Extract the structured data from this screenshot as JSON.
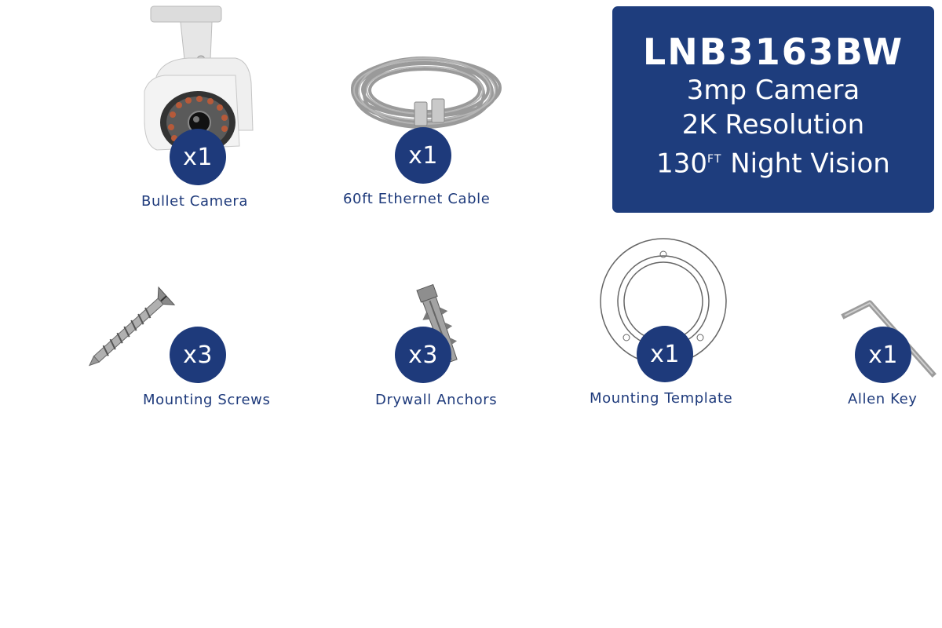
{
  "spec_box": {
    "model": "LNB3163BW",
    "line1": "3mp Camera",
    "line2": "2K Resolution",
    "night_value": "130",
    "night_unit": "FT",
    "night_text": " Night Vision",
    "background": "#1e3d7d"
  },
  "items": {
    "bullet_camera": {
      "qty": "x1",
      "label": "Bullet Camera",
      "icon": "bullet-camera-icon"
    },
    "ethernet_cable": {
      "qty": "x1",
      "label": "60ft Ethernet Cable",
      "icon": "ethernet-cable-icon"
    },
    "mounting_screws": {
      "qty": "x3",
      "label": "Mounting Screws",
      "icon": "screw-icon"
    },
    "drywall_anchors": {
      "qty": "x3",
      "label": "Drywall Anchors",
      "icon": "anchor-icon"
    },
    "mounting_template": {
      "qty": "x1",
      "label": "Mounting Template",
      "icon": "template-icon"
    },
    "allen_key": {
      "qty": "x1",
      "label": "Allen Key",
      "icon": "allen-key-icon"
    }
  },
  "colors": {
    "accent": "#1e3a7b",
    "badge": "#1e3a7b"
  }
}
